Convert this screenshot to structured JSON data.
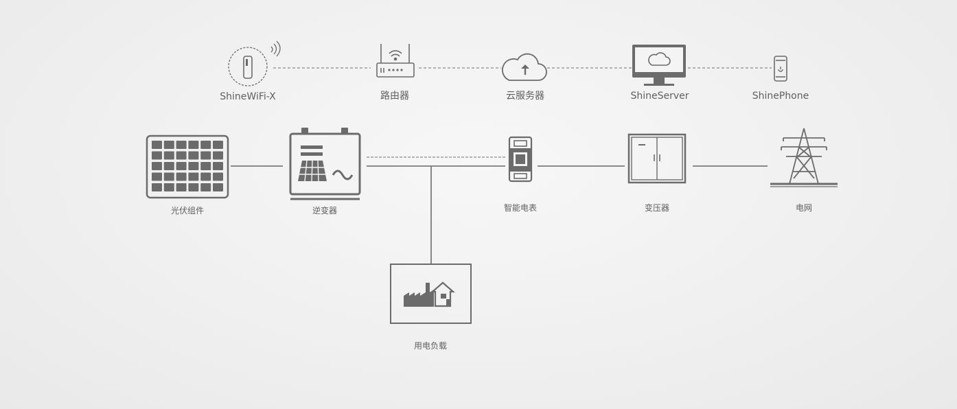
{
  "monitoring": {
    "shinewifi": "ShineWiFi-X",
    "router": "路由器",
    "cloud_server": "云服务器",
    "shineserver": "ShineServer",
    "shinephone": "ShinePhone"
  },
  "power": {
    "pv_module": "光伏组件",
    "inverter": "逆变器",
    "smart_meter": "智能电表",
    "transformer": "变压器",
    "grid": "电网",
    "load": "用电负载"
  },
  "colors": {
    "icon": "#6b6b6b",
    "line": "#7a7a7a",
    "dashed": "#8a8a8a",
    "text": "#5f5f5f"
  }
}
